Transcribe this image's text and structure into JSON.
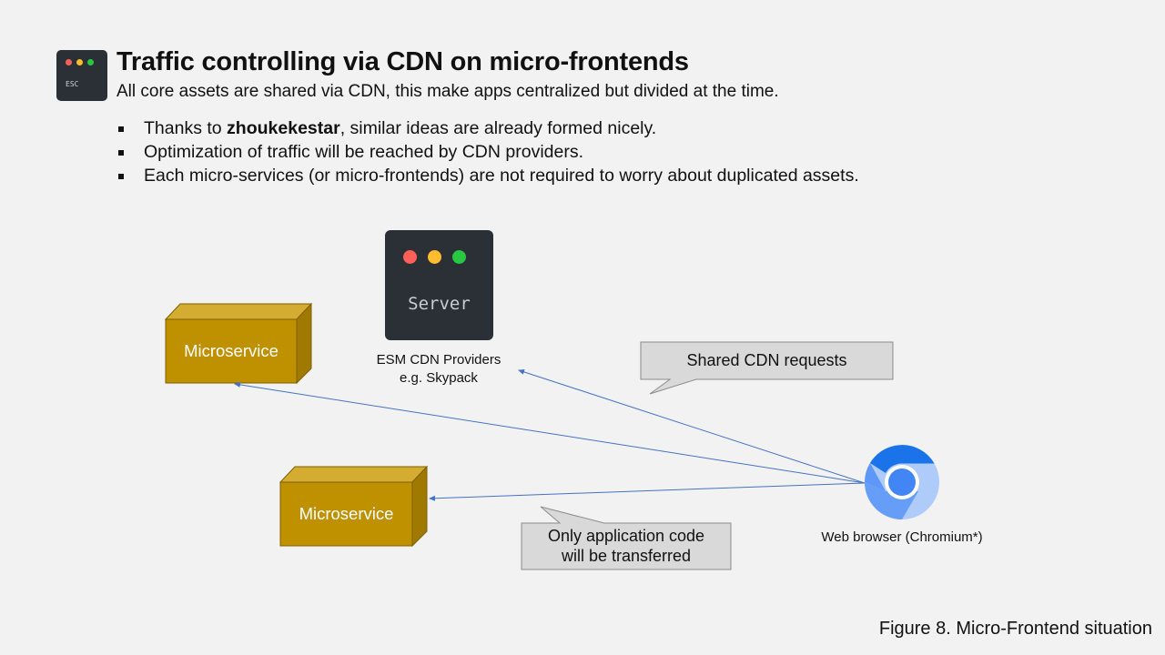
{
  "header": {
    "logo_label": "ESC",
    "title": "Traffic controlling via CDN on micro-frontends",
    "subtitle": "All core assets are shared via CDN, this make apps centralized but divided at the time."
  },
  "bullets": [
    {
      "pre": "Thanks to ",
      "bold": "zhoukekestar",
      "post": ", similar ideas are already formed nicely."
    },
    {
      "pre": "Optimization of traffic will be reached by CDN providers.",
      "bold": "",
      "post": ""
    },
    {
      "pre": "Each micro-services (or micro-frontends) are not required to worry about duplicated assets.",
      "bold": "",
      "post": ""
    }
  ],
  "diagram": {
    "server_label": "Server",
    "cdn_caption_line1": "ESM CDN Providers",
    "cdn_caption_line2": "e.g. Skypack",
    "microservice_1": "Microservice",
    "microservice_2": "Microservice",
    "browser_caption": "Web browser (Chromium*)",
    "callout_shared": "Shared CDN requests",
    "callout_app_line1": "Only application code",
    "callout_app_line2": "will be transferred"
  },
  "figure_caption": "Figure 8. Micro-Frontend situation",
  "colors": {
    "box_front": "#bf9000",
    "box_top": "#d4ac32",
    "box_side": "#a07a00",
    "arrow": "#4472c4",
    "callout_fill": "#d9d9d9",
    "dot_red": "#fe5f57",
    "dot_yellow": "#febc2e",
    "dot_green": "#28c840"
  }
}
